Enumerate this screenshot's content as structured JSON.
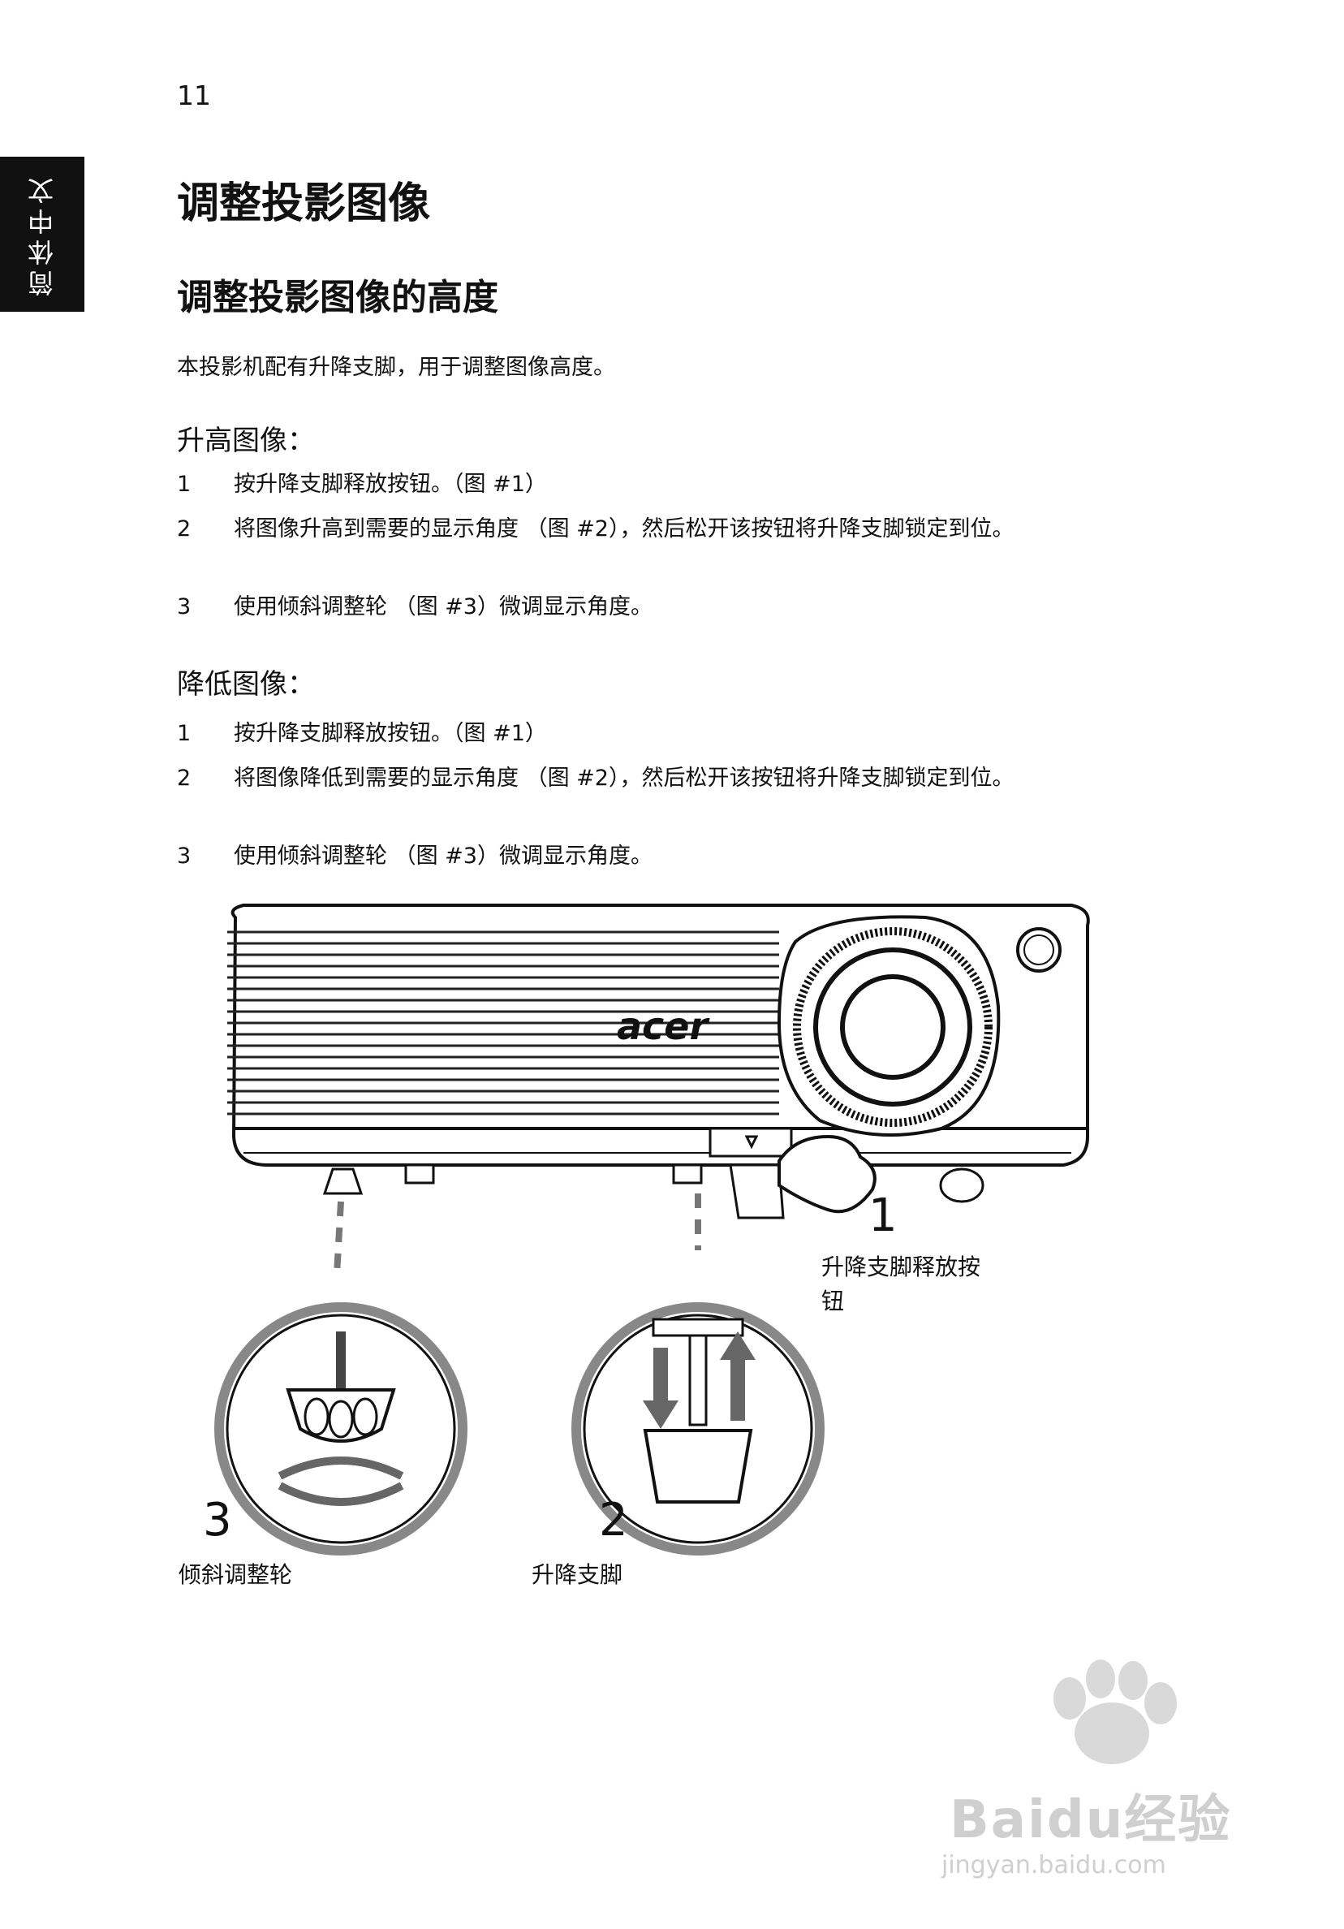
{
  "page_number": "11",
  "side_tab": "简体中文",
  "title": "调整投影图像",
  "subtitle": "调整投影图像的高度",
  "intro": "本投影机配有升降支脚，用于调整图像高度。",
  "raise": {
    "heading": "升高图像：",
    "steps": [
      {
        "num": "1",
        "text": "按升降支脚释放按钮。（图 #1）"
      },
      {
        "num": "2",
        "text": "将图像升高到需要的显示角度 （图 #2），然后松开该按钮将升降支脚锁定到位。"
      },
      {
        "num": "3",
        "text": "使用倾斜调整轮 （图 #3）微调显示角度。"
      }
    ]
  },
  "lower": {
    "heading": "降低图像：",
    "steps": [
      {
        "num": "1",
        "text": "按升降支脚释放按钮。（图 #1）"
      },
      {
        "num": "2",
        "text": "将图像降低到需要的显示角度 （图 #2），然后松开该按钮将升降支脚锁定到位。"
      },
      {
        "num": "3",
        "text": "使用倾斜调整轮 （图 #3）微调显示角度。"
      }
    ]
  },
  "figure": {
    "brand": "acer",
    "callouts": [
      {
        "num": "1",
        "label": "升降支脚释放按钮"
      },
      {
        "num": "2",
        "label": "升降支脚"
      },
      {
        "num": "3",
        "label": "倾斜调整轮"
      }
    ]
  },
  "watermark": {
    "brand": "Baidu经验",
    "url": "jingyan.baidu.com"
  }
}
